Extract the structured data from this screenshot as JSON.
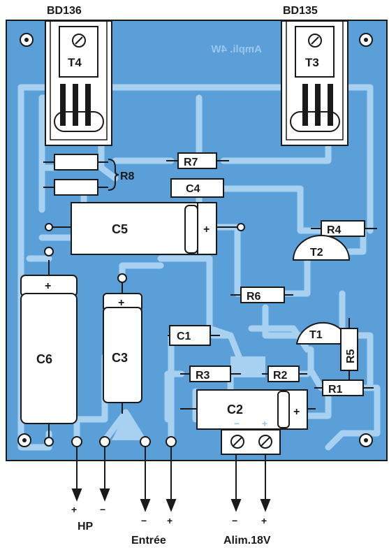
{
  "colors": {
    "board": "#5b9fd9",
    "trace": "#a8d0f0",
    "outline": "#1a1a1a",
    "component_fill": "#ffffff",
    "text": "#1a1a1a"
  },
  "transistors": {
    "left_part": "BD136",
    "right_part": "BD135",
    "left_ref": "T4",
    "right_ref": "T3",
    "t2": "T2",
    "t1": "T1"
  },
  "board_label": "Ampli. 4W",
  "resistors": {
    "r1": "R1",
    "r2": "R2",
    "r3": "R3",
    "r4": "R4",
    "r5": "R5",
    "r6": "R6",
    "r7": "R7",
    "r8": "R8"
  },
  "capacitors": {
    "c1": "C1",
    "c2": "C2",
    "c3": "C3",
    "c4": "C4",
    "c5": "C5",
    "c6": "C6"
  },
  "polarity": {
    "plus": "+",
    "minus": "−"
  },
  "connectors": {
    "hp": "HP",
    "entree": "Entrée",
    "alim": "Alim.18V"
  }
}
